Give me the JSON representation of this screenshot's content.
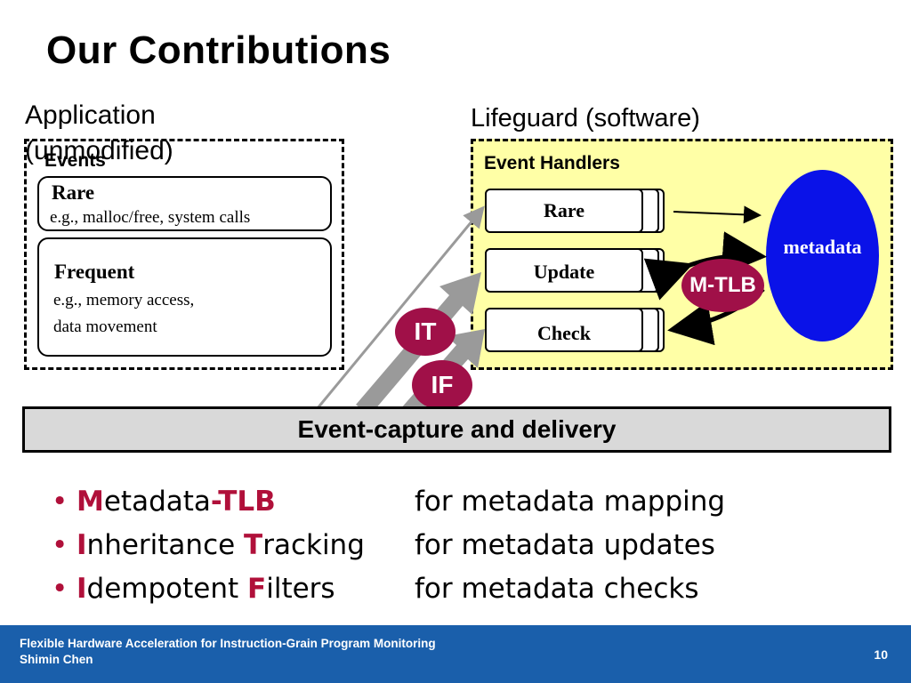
{
  "slide": {
    "title": "Our Contributions"
  },
  "application": {
    "header_line1": "Application",
    "header_line2": "(unmodified)",
    "events_label": "Events",
    "rare": {
      "label": "Rare",
      "example": "e.g., malloc/free, system calls"
    },
    "frequent": {
      "label": "Frequent",
      "example_line1": "e.g., memory access,",
      "example_line2": "data movement"
    }
  },
  "lifeguard": {
    "header": "Lifeguard (software)",
    "handlers_label": "Event Handlers",
    "handlers": [
      {
        "label": "Rare"
      },
      {
        "label": "Update"
      },
      {
        "label": "Check"
      }
    ],
    "metadata_label": "metadata"
  },
  "accelerators": {
    "mtlb": "M-TLB",
    "it": "IT",
    "if": "IF"
  },
  "capture_bar": "Event-capture and delivery",
  "bullets": [
    {
      "c1": "M",
      "r1": "etadata",
      "c2": "-TLB",
      "r2": "",
      "desc": "for metadata mapping"
    },
    {
      "c1": "I",
      "r1": "nheritance ",
      "c2": "T",
      "r2": "racking",
      "desc": "for metadata updates"
    },
    {
      "c1": "I",
      "r1": "dempotent ",
      "c2": "F",
      "r2": "ilters",
      "desc": "for metadata checks"
    }
  ],
  "footer": {
    "line1": "Flexible Hardware Acceleration for Instruction-Grain Program Monitoring",
    "line2": "Shimin Chen",
    "page_number": "10"
  },
  "colors": {
    "accent_red": "#b0103a",
    "pill": "#a01048",
    "lifeguard_bg": "#ffffa6",
    "metadata_blue": "#0a12e8",
    "footer_blue": "#1a5fab",
    "capture_bg": "#d9d9d9"
  }
}
